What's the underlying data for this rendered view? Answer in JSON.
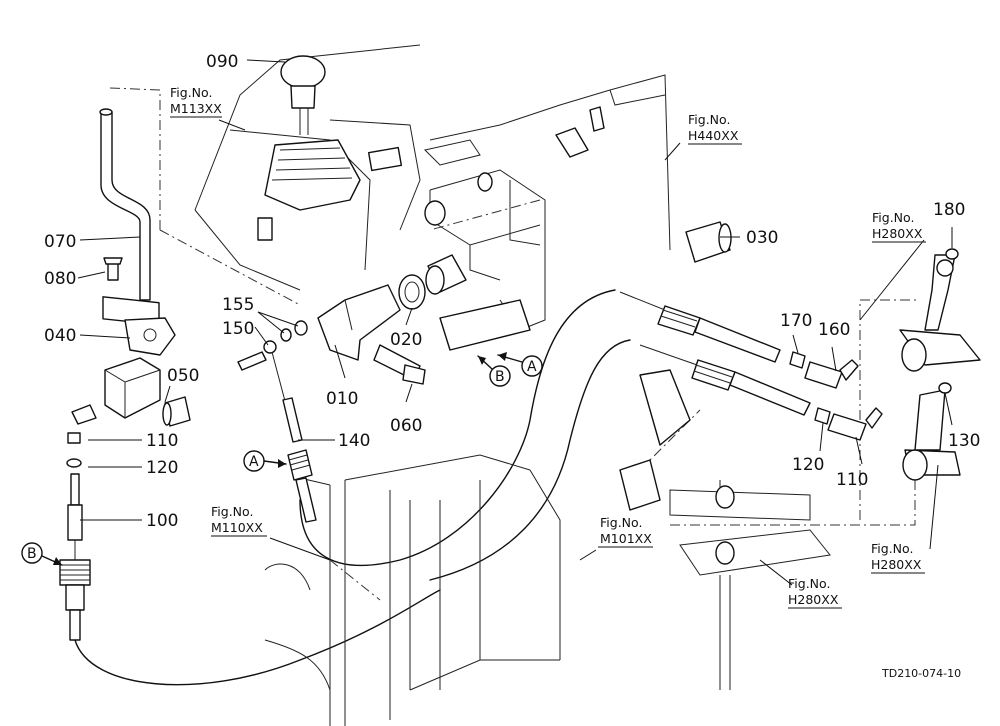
{
  "parts": {
    "p090": "090",
    "p070": "070",
    "p080": "080",
    "p040": "040",
    "p050": "050",
    "p110a": "110",
    "p120a": "120",
    "p100": "100",
    "p155": "155",
    "p150": "150",
    "p010": "010",
    "p020": "020",
    "p060": "060",
    "p140": "140",
    "p030": "030",
    "p180": "180",
    "p170": "170",
    "p160": "160",
    "p130": "130",
    "p120b": "120",
    "p110b": "110"
  },
  "figs": {
    "fig_prefix": "Fig.No.",
    "m113": "M113XX",
    "h440": "H440XX",
    "h280_top": "H280XX",
    "m110": "M110XX",
    "m101": "M101XX",
    "h280_mid": "H280XX",
    "h280_bot": "H280XX"
  },
  "markers": {
    "a1": "A",
    "a2": "A",
    "b1": "B",
    "b2": "B"
  },
  "reference": "TD210-074-10"
}
